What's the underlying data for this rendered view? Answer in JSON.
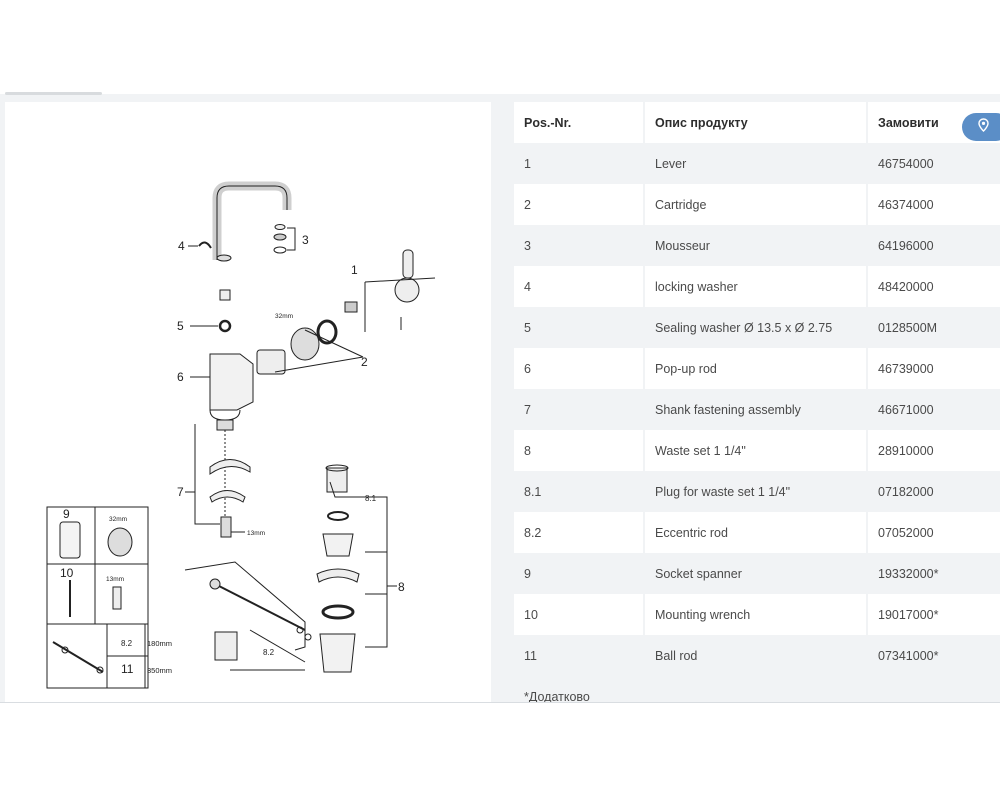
{
  "table": {
    "headers": {
      "pos": "Pos.-Nr.",
      "desc": "Опис продукту",
      "order": "Замовити"
    },
    "rows": [
      {
        "pos": "1",
        "desc": "Lever",
        "order": "46754000"
      },
      {
        "pos": "2",
        "desc": "Cartridge",
        "order": "46374000"
      },
      {
        "pos": "3",
        "desc": "Mousseur",
        "order": "64196000"
      },
      {
        "pos": "4",
        "desc": "locking washer",
        "order": "48420000"
      },
      {
        "pos": "5",
        "desc": "Sealing washer Ø 13.5 x Ø 2.75",
        "order": "0128500M"
      },
      {
        "pos": "6",
        "desc": "Pop-up rod",
        "order": "46739000"
      },
      {
        "pos": "7",
        "desc": "Shank fastening assembly",
        "order": "46671000"
      },
      {
        "pos": "8",
        "desc": "Waste set 1 1/4\"",
        "order": "28910000"
      },
      {
        "pos": "8.1",
        "desc": "Plug for waste set 1 1/4\"",
        "order": "07182000"
      },
      {
        "pos": "8.2",
        "desc": "Eccentric rod",
        "order": "07052000"
      },
      {
        "pos": "9",
        "desc": "Socket spanner",
        "order": "19332000*"
      },
      {
        "pos": "10",
        "desc": "Mounting wrench",
        "order": "19017000*"
      },
      {
        "pos": "11",
        "desc": "Ball rod",
        "order": "07341000*"
      }
    ],
    "footnote": "*Додатково"
  },
  "diagram": {
    "labels": {
      "l1": "1",
      "l2": "2",
      "l3": "3",
      "l4": "4",
      "l5": "5",
      "l6": "6",
      "l7": "7",
      "l8": "8",
      "l81": "8.1",
      "l82": "8.2"
    },
    "dims": {
      "d32a": "32mm",
      "d13a": "13mm",
      "d32b": "32mm",
      "d13b": "13mm"
    },
    "inset": {
      "n9": "9",
      "n10": "10",
      "n82": "8.2",
      "n11": "11",
      "len82": "180mm",
      "len11": "350mm"
    }
  },
  "location_button": {
    "icon": "map-pin-icon",
    "color": "#5b8ec7"
  }
}
